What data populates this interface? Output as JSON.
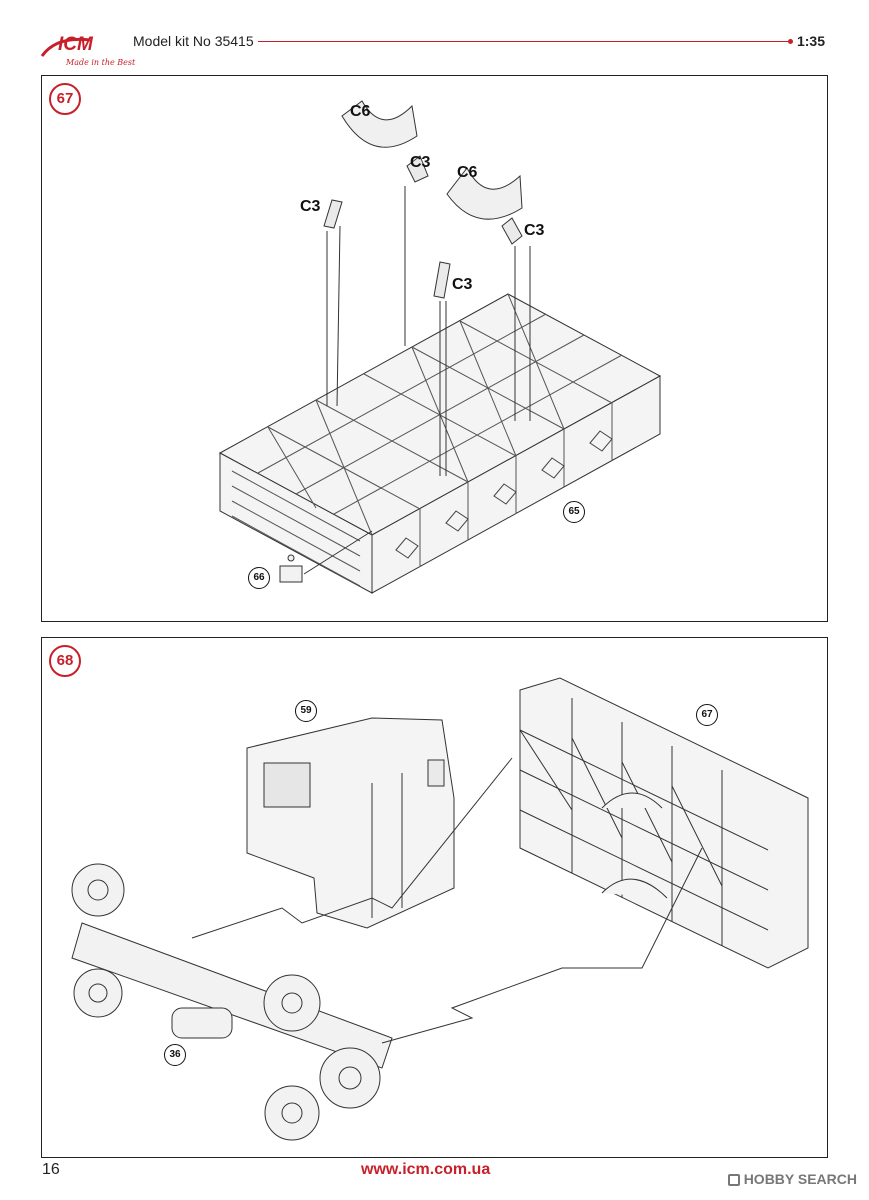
{
  "header": {
    "logo_text": "ICM",
    "logo_tagline": "Made in the Best",
    "kit_label": "Model kit No 35415",
    "scale": "1:35",
    "brand_color": "#c8202a"
  },
  "steps": [
    {
      "number": "67",
      "parts": [
        "C6",
        "C3",
        "C3",
        "C6",
        "C3",
        "C3"
      ],
      "references": [
        "66",
        "65"
      ]
    },
    {
      "number": "68",
      "references": [
        "59",
        "67",
        "36"
      ]
    }
  ],
  "footer": {
    "page_number": "16",
    "url": "www.icm.com.ua",
    "watermark": "HOBBY SEARCH"
  }
}
